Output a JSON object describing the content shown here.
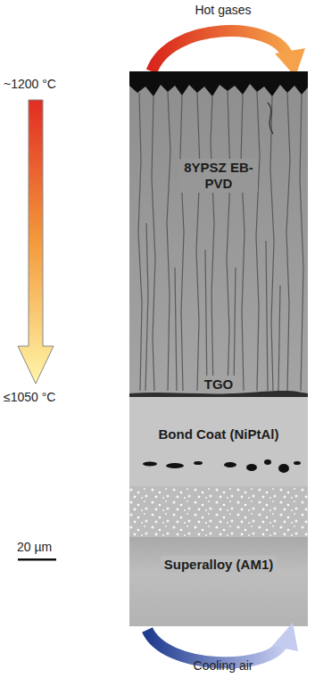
{
  "diagram": {
    "nodes": [
      {
        "text": [
          "8YPSZ EB-PVD"
        ]
      },
      {
        "text": [
          "TGO"
        ]
      },
      {
        "text": [
          "Bond Coat (NiPtAl)"
        ]
      },
      {
        "text": [
          "Superalloy (AM1)"
        ]
      }
    ],
    "labels": [
      "Hot gases",
      "~1200 °C",
      "≤1050 °C",
      "20 µm",
      "Cooling air"
    ]
  }
}
